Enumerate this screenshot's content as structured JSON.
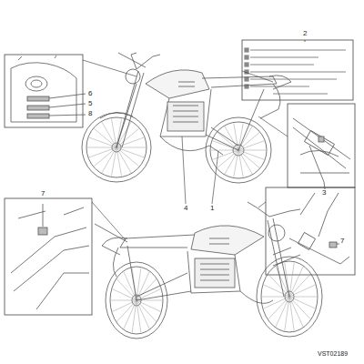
{
  "diagram": {
    "labels": [
      "2",
      "6",
      "5",
      "8",
      "4",
      "1",
      "3",
      "7",
      "7",
      "VST02189"
    ]
  }
}
